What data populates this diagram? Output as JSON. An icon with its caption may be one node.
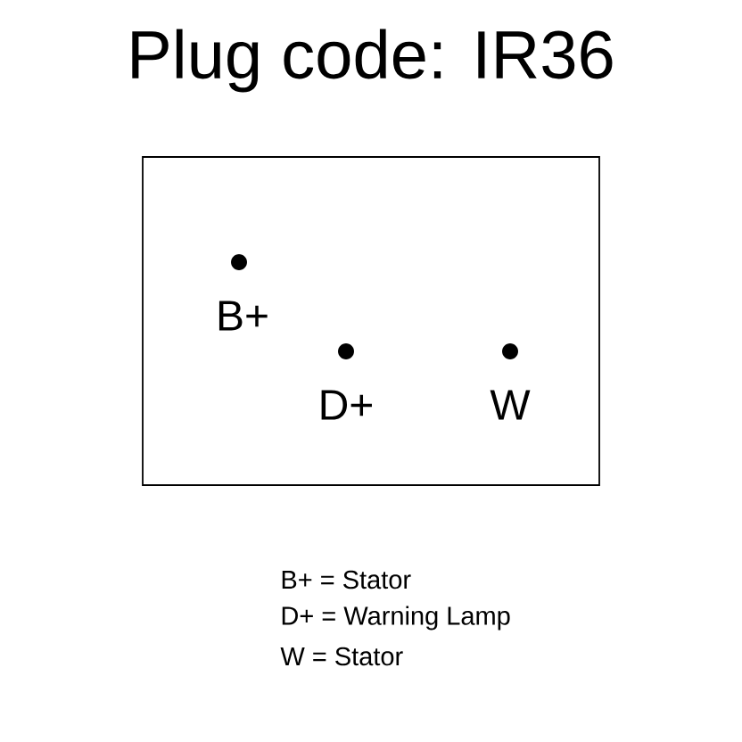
{
  "diagram": {
    "title": "Plug code: IR36",
    "nodes": [
      {
        "text": [],
        "shape": "box"
      },
      {
        "text": [
          "B+"
        ],
        "in": 0
      },
      {
        "text": [
          "D+"
        ],
        "in": 0
      },
      {
        "text": [
          "W"
        ],
        "in": 0
      }
    ],
    "labels": [
      "B+ = Stator",
      "D+ = Warning Lamp",
      "W = Stator"
    ]
  }
}
